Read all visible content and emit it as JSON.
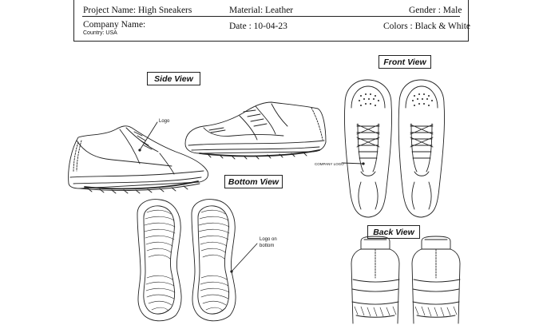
{
  "header": {
    "project_name": "Project Name: High Sneakers",
    "material": "Material: Leather",
    "gender": "Gender : Male",
    "company_name": "Company Name:",
    "country": "Country: USA",
    "date": "Date : 10-04-23",
    "colors": "Colors : Black & White"
  },
  "views": {
    "side": "Side View",
    "front": "Front View",
    "bottom": "Bottom View",
    "back": "Back View"
  },
  "callouts": {
    "logo": "Logo",
    "company_logo": "COMPANY LOGO",
    "logo_on_bottom_line1": "Logo on",
    "logo_on_bottom_line2": "bottom"
  }
}
